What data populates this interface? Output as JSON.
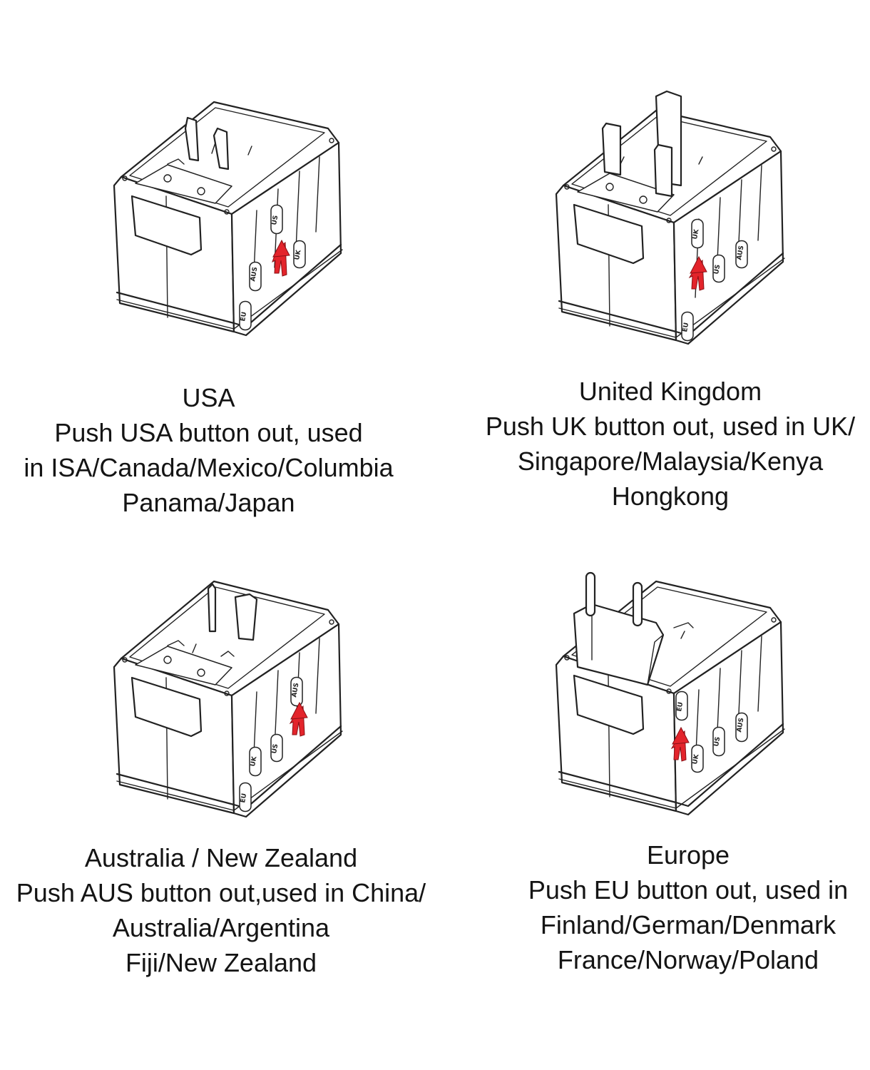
{
  "colors": {
    "line": "#222222",
    "arrow": "#e3242b",
    "background": "#ffffff"
  },
  "panels": [
    {
      "id": "usa",
      "lines": [
        "USA",
        "Push USA button out, used",
        "in ISA/Canada/Mexico/Columbia",
        "Panama/Japan"
      ],
      "extended_plug": "US",
      "buttons": [
        "US",
        "UK",
        "AUS",
        "EU"
      ]
    },
    {
      "id": "uk",
      "lines": [
        "United Kingdom",
        "Push UK button out, used in UK/",
        "Singapore/Malaysia/Kenya",
        "Hongkong"
      ],
      "extended_plug": "UK",
      "buttons": [
        "UK",
        "US",
        "AUS",
        "EU"
      ]
    },
    {
      "id": "aus",
      "lines": [
        "Australia / New Zealand",
        "Push AUS button out,used in China/",
        "Australia/Argentina",
        "Fiji/New Zealand"
      ],
      "extended_plug": "AUS",
      "buttons": [
        "AUS",
        "US",
        "UK",
        "EU"
      ]
    },
    {
      "id": "eu",
      "lines": [
        "Europe",
        "Push EU button out, used in",
        "Finland/German/Denmark",
        "France/Norway/Poland"
      ],
      "extended_plug": "EU",
      "buttons": [
        "EU",
        "UK",
        "US",
        "AUS"
      ]
    }
  ]
}
